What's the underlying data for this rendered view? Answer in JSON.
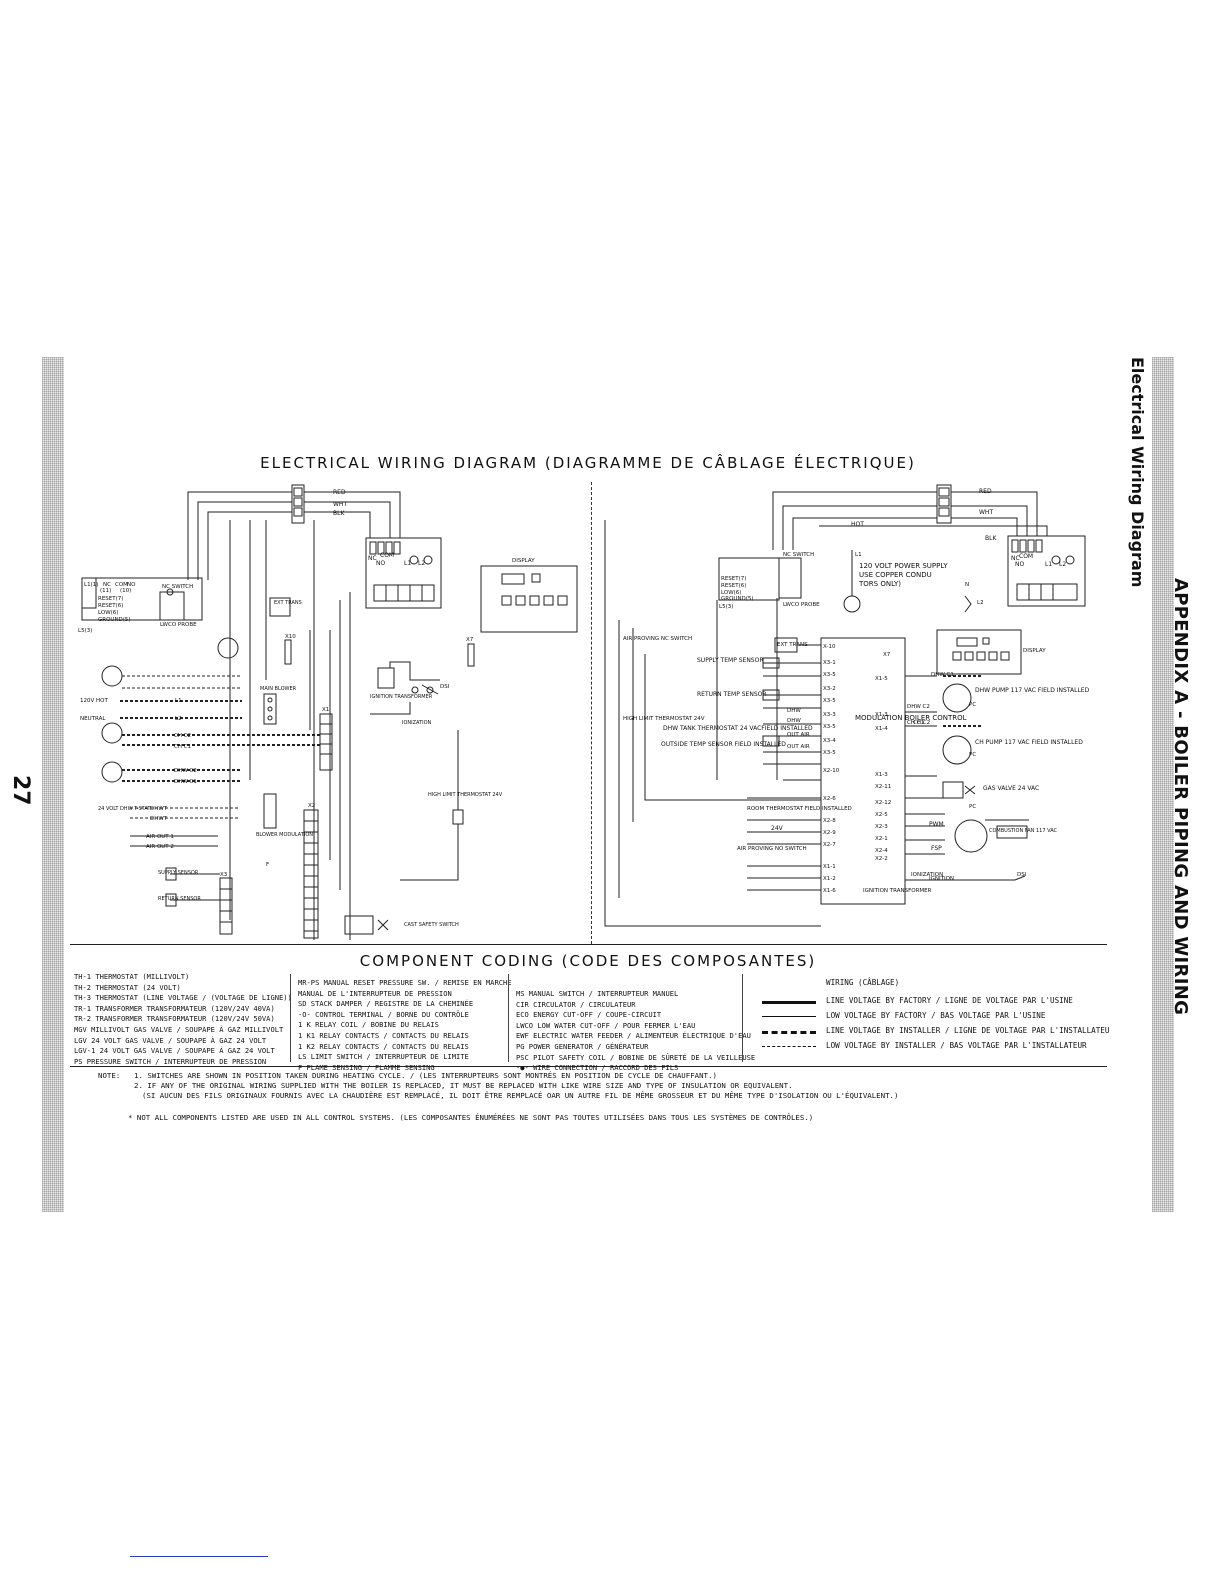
{
  "page": {
    "number": "27",
    "side_section": "APPENDIX A - BOILER PIPING AND WIRING",
    "side_subsection": "Electrical Wiring Diagram"
  },
  "diagram": {
    "title": "ELECTRICAL WIRING DIAGRAM (DIAGRAMME DE CÂBLAGE ÉLECTRIQUE)",
    "left": {
      "wires": [
        "RED",
        "WHT",
        "BLK"
      ],
      "relay": [
        "NC",
        "COM",
        "NO",
        "L1",
        "L2"
      ],
      "lwco": [
        "L1(1)",
        "NC",
        "COM",
        "NO",
        "(11)",
        "(10)",
        "RESET(7)",
        "RESET(6)",
        "LOW(6)",
        "GROUND(5)",
        "L5(3)",
        "NC SWITCH",
        "LWCO PROBE"
      ],
      "labels": [
        "DISPLAY",
        "EXT TRANS",
        "X10",
        "X7",
        "120V HOT",
        "NEUTRAL",
        "L1",
        "L2",
        "MAIN BLOWER",
        "X1",
        "IGNITION TRANSFORMER",
        "DSI",
        "IONIZATION",
        "CH C2",
        "CH C1",
        "DHW C2",
        "DHW C1",
        "24 VOLT DHW T-STAT",
        "DHWT",
        "DHWT",
        "X2",
        "BLOWER MODULATION",
        "F",
        "HIGH LIMIT THERMOSTAT 24V",
        "AIR OUT 1",
        "AIR OUT 2",
        "SUPPLY SENSOR",
        "RETURN SENSOR",
        "X3",
        "CAST SAFETY SWITCH"
      ]
    },
    "right": {
      "wires": [
        "RED",
        "WHT",
        "BLK",
        "HOT"
      ],
      "power": "120 VOLT POWER SUPPLY (USE COPPER CONDUCTORS ONLY)",
      "labels": [
        "L1",
        "N",
        "L2",
        "NC",
        "COM",
        "NO",
        "L1",
        "L2",
        "RESET(7)",
        "RESET(6)",
        "LOW(6)",
        "GROUND(5)",
        "L5(3)",
        "NC SWITCH",
        "LWCO PROBE",
        "AIR PROVING NC SWITCH",
        "HIGH LIMIT THERMOSTAT 24V",
        "AIR PROVING NO SWITCH",
        "ROOM THERMOSTAT FIELD INSTALLED",
        "24V",
        "IGNITION TRANSFORMER",
        "IONIZATION",
        "IGNITION",
        "DSI",
        "MODULATION BOILER CONTROL",
        "DISPLAY",
        "EXT TRANS",
        "X7",
        "PWM",
        "FSP"
      ],
      "sensors": [
        "SUPPLY TEMP SENSOR",
        "RETURN TEMP SENSOR",
        "DHW TANK THERMOSTAT 24 VACFIELD INSTALLED",
        "OUTSIDE TEMP SENSOR FIELD INSTALLED"
      ],
      "x_terminals": [
        "X-10",
        "X3-1",
        "X3-5",
        "X3-2",
        "X3-5",
        "X3-3",
        "X3-5",
        "X3-4",
        "X3-5",
        "X2-10",
        "X2-6",
        "X2-8",
        "X2-9",
        "X2-7",
        "X1-1",
        "X1-2",
        "X1-6"
      ],
      "x_right": [
        "X1-5",
        "X1-3",
        "X1-4",
        "X1-3",
        "X2-11",
        "X2-12",
        "X2-5",
        "X2-3",
        "X2-1",
        "X2-4",
        "X2-2"
      ],
      "pumps": [
        "DHW PUMP 117 VAC FIELD INSTALLED",
        "CH PUMP 117 VAC FIELD INSTALLED",
        "GAS VALVE 24 VAC",
        "COMBUSTION FAN 117 VAC"
      ],
      "tags": [
        "DHW C1",
        "DHW C2",
        "CH C1",
        "CH C2",
        "DHW",
        "OUT AIR",
        "DHW",
        "OUT AIR",
        "PC",
        "PC",
        "PC"
      ]
    }
  },
  "coding": {
    "title": "COMPONENT CODING (CODE DES COMPOSANTES)",
    "col1": [
      "TH-1  THERMOSTAT (MILLIVOLT)",
      "TH-2  THERMOSTAT (24 VOLT)",
      "TH-3  THERMOSTAT (LINE VOLTAGE / (VOLTAGE DE LIGNE))",
      "TR-1  TRANSFORMER TRANSFORMATEUR (120V/24V 40VA)",
      "TR-2  TRANSFORMER TRANSFORMATEUR (120V/24V 50VA)",
      "MGV   MILLIVOLT GAS VALVE / SOUPAPE À GAZ MILLIVOLT",
      "LGV   24 VOLT GAS VALVE / SOUPAPE À GAZ 24 VOLT",
      "LGV-1 24 VOLT GAS VALVE / SOUPAPE À GAZ 24 VOLT",
      "PS    PRESSURE SWITCH / INTERRUPTEUR DE PRESSION"
    ],
    "col2": [
      "MR-PS MANUAL RESET PRESSURE SW. / REMISE EN MARCHE",
      "      MANUAL DE L'INTERRUPTEUR DE PRESSION",
      "SD    STACK DAMPER / REGISTRE DE LA CHEMINÉE",
      "-O-   CONTROL TERMINAL / BORNE DU CONTRÔLE",
      "1 K   RELAY COIL / BOBINE DU RELAIS",
      "1 K1  RELAY CONTACTS / CONTACTS DU RELAIS",
      "1 K2  RELAY CONTACTS / CONTACTS DU RELAIS",
      "LS    LIMIT SWITCH / INTERRUPTEUR DE LIMITE",
      "F     FLAME SENSING / FLAMME SENSING"
    ],
    "col3": [
      "MS    MANUAL SWITCH / INTERRUPTEUR MANUEL",
      "CIR   CIRCULATOR / CIRCULATEUR",
      "ECO   ENERGY CUT-OFF / COUPE-CIRCUIT",
      "LWCO  LOW WATER CUT-OFF / POUR FERMER L'EAU",
      "EWF   ELECTRIC WATER FEEDER / ALIMENTEUR ÉLECTRIQUE D'EAU",
      "PG    POWER GENERATOR / GÉNÉRATEUR",
      "PSC   PILOT SAFETY COIL / BOBINE DE SÛRETÉ DE LA VEILLEUSE",
      "-●-   WIRE CONNECTION / RACCORD DES FILS"
    ],
    "wiring_title": "WIRING (CÂBLAGE)",
    "wiring": [
      {
        "style": "factory-line",
        "label": "LINE VOLTAGE BY FACTORY / LIGNE DE VOLTAGE PAR L'USINE"
      },
      {
        "style": "factory-low",
        "label": "LOW VOLTAGE BY FACTORY / BAS VOLTAGE PAR L'USINE"
      },
      {
        "style": "installer-line",
        "label": "LINE VOLTAGE BY INSTALLER / LIGNE DE VOLTAGE PAR L'INSTALLATEU"
      },
      {
        "style": "installer-low",
        "label": "LOW VOLTAGE BY INSTALLER / BAS VOLTAGE PAR L'INSTALLATEUR"
      }
    ]
  },
  "notes": {
    "label": "NOTE:",
    "lines": [
      "1. SWITCHES ARE SHOWN IN POSITION TAKEN DURING HEATING CYCLE. / (LES INTERRUPTEURS SONT MONTRÉS EN POSITION DE CYCLE DE CHAUFFANT.)",
      "2. IF ANY OF THE ORIGINAL WIRING SUPPLIED WITH THE BOILER IS REPLACED, IT  MUST BE REPLACED WITH LIKE WIRE SIZE AND TYPE OF INSULATION OR EQUIVALENT.",
      "(SI AUCUN DES FILS ORIGINAUX FOURNIS AVEC LA CHAUDIÈRE EST REMPLACÉ, IL DOIT ÊTRE REMPLACÉ OAR UN AUTRE FIL DE MÊME GROSSEUR ET DU MÊME TYPE D'ISOLATION OU L'ÉQUIVALENT.)"
    ],
    "footnote": "* NOT ALL COMPONENTS LISTED ARE USED IN ALL CONTROL SYSTEMS. (LES COMPOSANTES ÉNUMÉRÉES NE SONT PAS TOUTES UTILISÉES DANS TOUS LES SYSTÈMES DE CONTRÔLES.)"
  }
}
